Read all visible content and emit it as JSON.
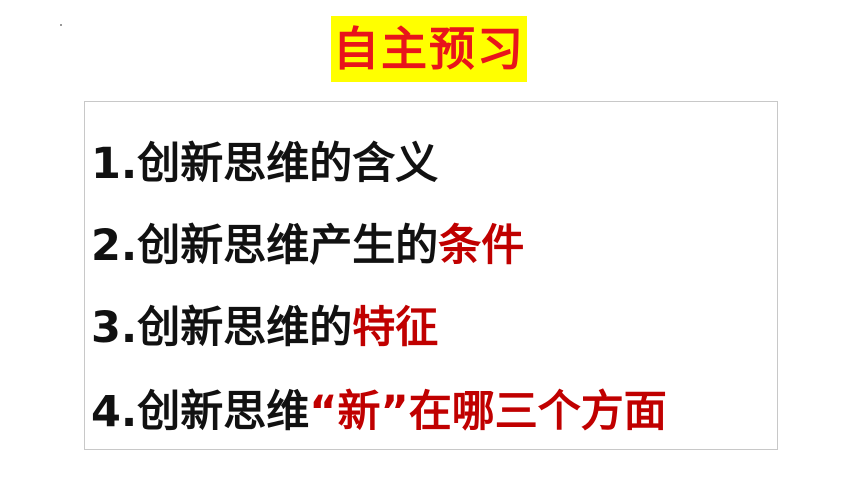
{
  "title": "自主预习",
  "items": [
    {
      "number": "1.",
      "text": "创新思维的含义",
      "highlight": ""
    },
    {
      "number": "2.",
      "text": "创新思维产生的",
      "highlight": "条件"
    },
    {
      "number": "3.",
      "text": "创新思维的",
      "highlight": "特征"
    },
    {
      "number": "4.",
      "text": "创新思维",
      "highlight": "“新”在哪三个方面"
    }
  ],
  "colors": {
    "title_bg": "#ffff00",
    "title_text": "#e8141b",
    "body_text": "#111111",
    "highlight": "#c00000"
  }
}
